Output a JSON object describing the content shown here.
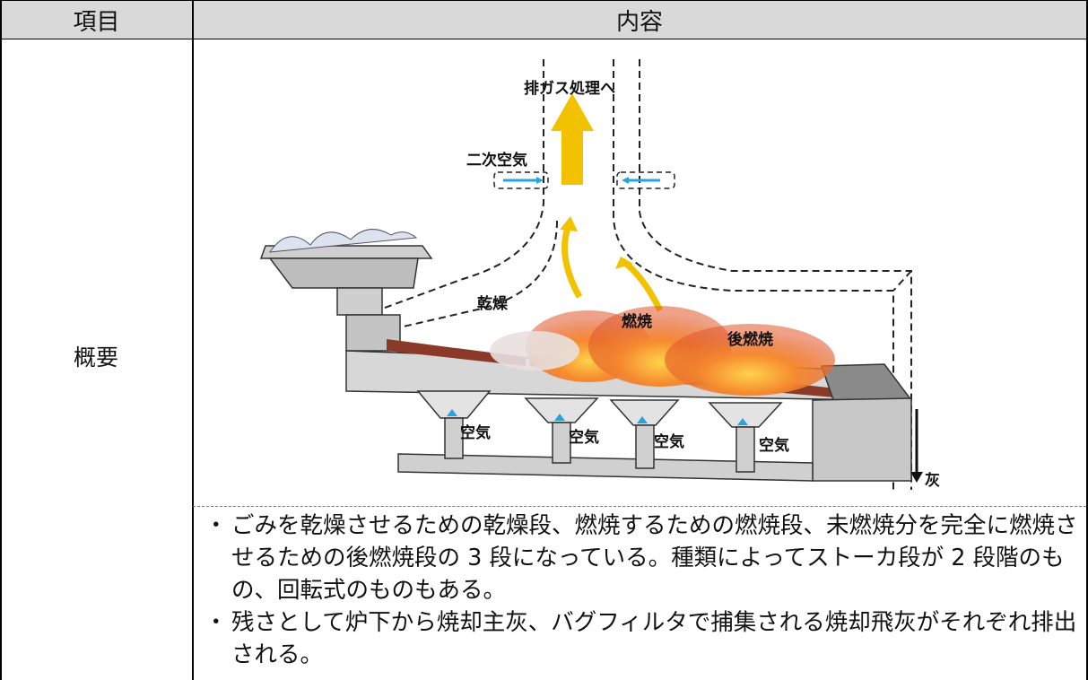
{
  "table": {
    "header": {
      "item": "項目",
      "content": "内容"
    },
    "row": {
      "label": "概要",
      "diagram": {
        "exhaust_label": "排ガス処理へ",
        "secondary_air_label": "二次空気",
        "stage_drying": "乾燥",
        "stage_combustion": "燃焼",
        "stage_post_combustion": "後燃焼",
        "air_labels": [
          "空気",
          "空気",
          "空気",
          "空気"
        ],
        "ash_label": "灰"
      },
      "bullets": [
        "ごみを乾燥させるための乾燥段、燃焼するための燃焼段、未燃焼分を完全に燃焼させるための後燃焼段の 3 段になっている。種類によってストーカ段が 2 段階のもの、回転式のものもある。",
        "残さとして炉下から焼却主灰、バグフィルタで捕集される焼却飛灰がそれぞれ排出される。"
      ],
      "bullet_mark": "・"
    }
  },
  "colors": {
    "header_bg": "#d9d9d9",
    "flame": "#f07a2a",
    "exhaust_arrow": "#f2c200",
    "air_arrow": "#29a3e0"
  }
}
